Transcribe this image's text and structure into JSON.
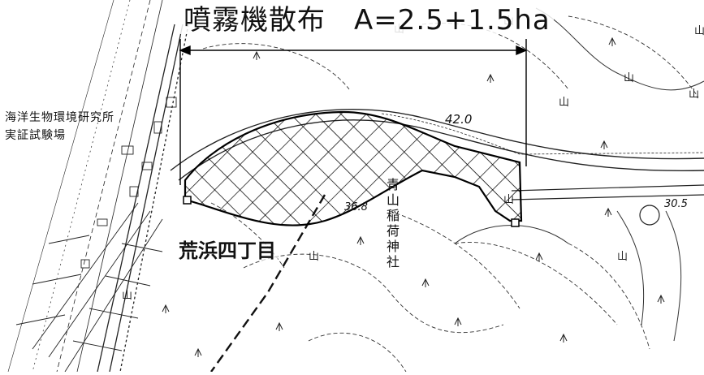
{
  "map": {
    "title": "噴霧機散布　A=2.5+1.5ha",
    "labels": {
      "institute_line1": "海洋生物環境研究所",
      "institute_line2": "実証試験場",
      "district": "荒浜四丁目",
      "shrine": "青山稲荷神社"
    },
    "elevations": {
      "road_top": "42.0",
      "road_right": "30.5",
      "spot": "36.8"
    },
    "colors": {
      "ink": "#111111",
      "background": "#ffffff",
      "hatch": "#000000"
    }
  }
}
